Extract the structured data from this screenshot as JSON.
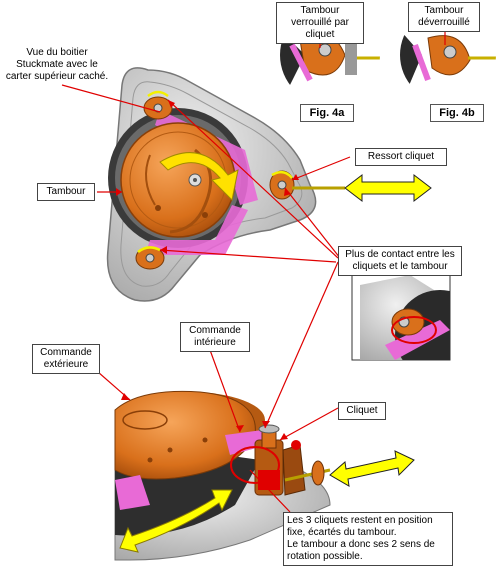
{
  "labels": {
    "vue_boitier": "Vue du boitier Stuckmate avec le carter supérieur caché.",
    "tambour": "Tambour",
    "ressort_cliquet": "Ressort cliquet",
    "plus_contact": "Plus de contact entre les cliquets et le tambour",
    "commande_interieure": "Commande intérieure",
    "commande_exterieure": "Commande extérieure",
    "cliquet": "Cliquet",
    "tambour_verrouille": "Tambour verrouillé par cliquet",
    "tambour_deverrouille": "Tambour déverrouillé",
    "fig_4a": "Fig. 4a",
    "fig_4b": "Fig. 4b",
    "note_line1": "Les 3 cliquets restent en position fixe, écartés du tambour.",
    "note_line2": "Le tambour a donc ses 2 sens de rotation possible."
  },
  "colors": {
    "orange": "#e07a1f",
    "pink": "#e86ad6",
    "yellow": "#f4f000",
    "red": "#e00000",
    "gray": "#c8c8c8"
  }
}
